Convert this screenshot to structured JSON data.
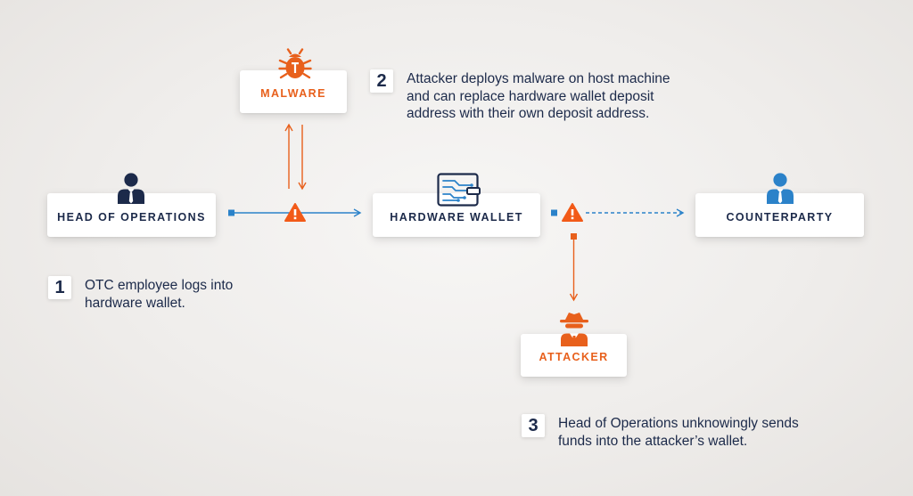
{
  "nodes": {
    "head_of_operations": "HEAD OF OPERATIONS",
    "malware": "MALWARE",
    "hardware_wallet": "HARDWARE WALLET",
    "counterparty": "COUNTERPARTY",
    "attacker": "ATTACKER"
  },
  "steps": [
    {
      "number": "1",
      "text": "OTC employee logs into\nhardware wallet."
    },
    {
      "number": "2",
      "text": "Attacker deploys malware on host machine\nand can replace hardware wallet deposit\naddress with their own deposit address."
    },
    {
      "number": "3",
      "text": "Head of Operations unknowingly sends\nfunds into the attacker’s wallet."
    }
  ],
  "colors": {
    "navy": "#1c2a4a",
    "blue": "#2b82c9",
    "orange": "#e8601c",
    "warning": "#f25a18"
  },
  "icons": {
    "head_of_operations": "person-icon",
    "malware": "bug-icon",
    "hardware_wallet": "circuit-chip-icon",
    "counterparty": "person-icon",
    "attacker": "spy-icon",
    "alert": "warning-icon"
  }
}
